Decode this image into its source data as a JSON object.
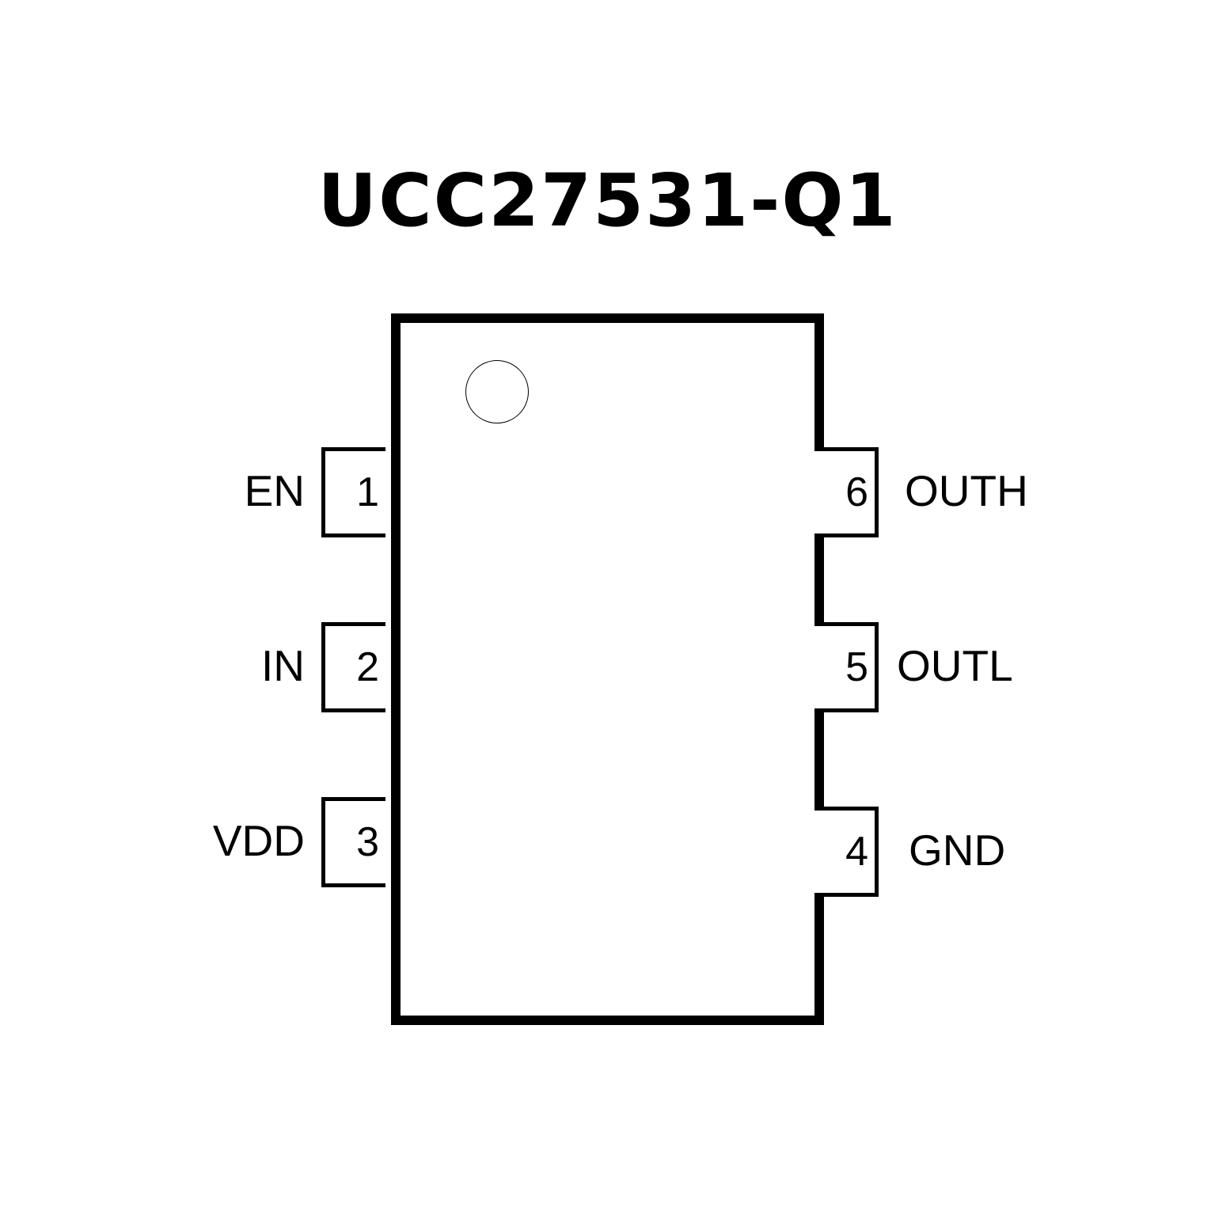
{
  "title": "UCC27531-Q1",
  "pins": [
    {
      "num": "1",
      "name": "EN"
    },
    {
      "num": "2",
      "name": "IN"
    },
    {
      "num": "3",
      "name": "VDD"
    },
    {
      "num": "4",
      "name": "GND"
    },
    {
      "num": "5",
      "name": "OUTL"
    },
    {
      "num": "6",
      "name": "OUTH"
    }
  ]
}
